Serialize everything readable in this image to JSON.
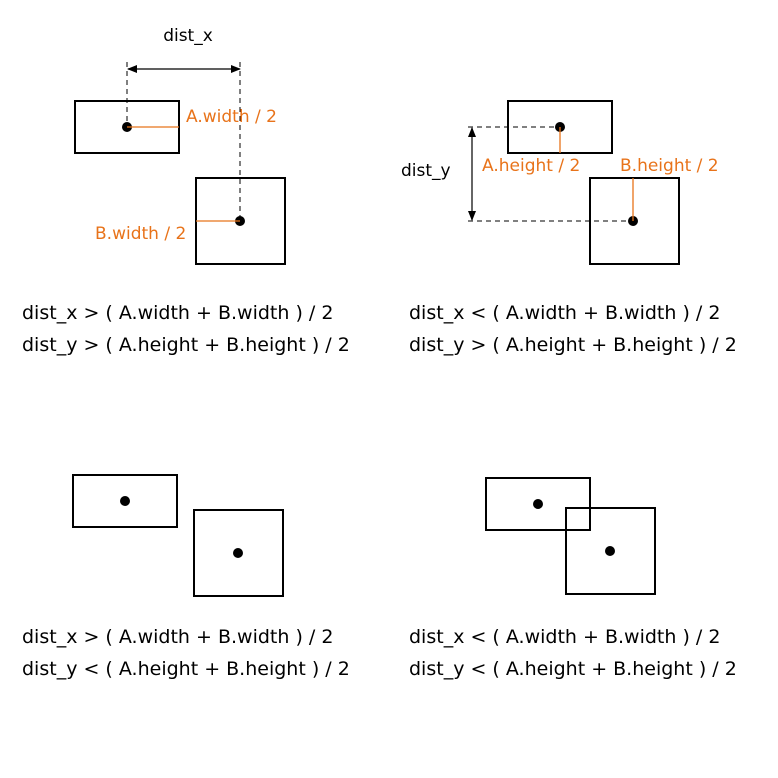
{
  "colors": {
    "accent": "#e8731a",
    "ink": "#000000"
  },
  "panels": [
    {
      "labels": {
        "dist": "dist_x",
        "a_half": "A.width / 2",
        "b_half": "B.width / 2"
      },
      "formula_x": "dist_x > ( A.width + B.width ) / 2",
      "formula_y": "dist_y > ( A.height + B.height ) / 2"
    },
    {
      "labels": {
        "dist": "dist_y",
        "a_half": "A.height / 2",
        "b_half": "B.height / 2"
      },
      "formula_x": "dist_x < ( A.width + B.width ) / 2",
      "formula_y": "dist_y > ( A.height + B.height ) / 2"
    },
    {
      "formula_x": "dist_x > ( A.width + B.width ) / 2",
      "formula_y": "dist_y < ( A.height + B.height ) / 2"
    },
    {
      "formula_x": "dist_x < ( A.width + B.width ) / 2",
      "formula_y": "dist_y < ( A.height + B.height ) / 2"
    }
  ]
}
